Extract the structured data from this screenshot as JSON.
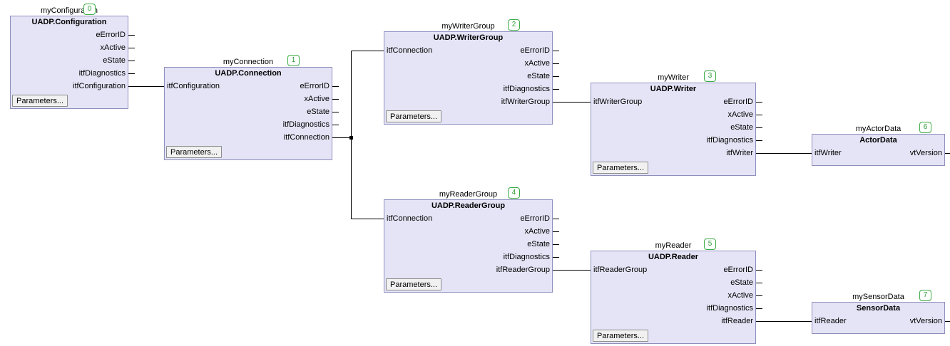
{
  "canvas": {
    "background": "#ffffff"
  },
  "colors": {
    "block_fill": "#e4e4f6",
    "block_border": "#8f8fbe",
    "badge_green": "#3cab44",
    "wire": "#000000"
  },
  "blocks": [
    {
      "instance": "myConfiguration",
      "type": "UADP.Configuration",
      "badge": "0",
      "inputs": [],
      "outputs": [
        "eErrorID",
        "xActive",
        "eState",
        "itfDiagnostics",
        "itfConfiguration"
      ],
      "button": "Parameters..."
    },
    {
      "instance": "myConnection",
      "type": "UADP.Connection",
      "badge": "1",
      "inputs": [
        "itfConfiguration"
      ],
      "outputs": [
        "eErrorID",
        "xActive",
        "eState",
        "itfDiagnostics",
        "itfConnection"
      ],
      "button": "Parameters..."
    },
    {
      "instance": "myWriterGroup",
      "type": "UADP.WriterGroup",
      "badge": "2",
      "inputs": [
        "itfConnection"
      ],
      "outputs": [
        "eErrorID",
        "xActive",
        "eState",
        "itfDiagnostics",
        "itfWriterGroup"
      ],
      "button": "Parameters..."
    },
    {
      "instance": "myWriter",
      "type": "UADP.Writer",
      "badge": "3",
      "inputs": [
        "itfWriterGroup"
      ],
      "outputs": [
        "eErrorID",
        "xActive",
        "eState",
        "itfDiagnostics",
        "itfWriter"
      ],
      "button": "Parameters..."
    },
    {
      "instance": "myReaderGroup",
      "type": "UADP.ReaderGroup",
      "badge": "4",
      "inputs": [
        "itfConnection"
      ],
      "outputs": [
        "eErrorID",
        "xActive",
        "eState",
        "itfDiagnostics",
        "itfReaderGroup"
      ],
      "button": "Parameters..."
    },
    {
      "instance": "myReader",
      "type": "UADP.Reader",
      "badge": "5",
      "inputs": [
        "itfReaderGroup"
      ],
      "outputs": [
        "eErrorID",
        "eState",
        "xActive",
        "itfDiagnostics",
        "itfReader"
      ],
      "button": "Parameters..."
    },
    {
      "instance": "myActorData",
      "type": "ActorData",
      "badge": "6",
      "inputs": [
        "itfWriter"
      ],
      "outputs": [
        "vtVersion"
      ]
    },
    {
      "instance": "mySensorData",
      "type": "SensorData",
      "badge": "7",
      "inputs": [
        "itfReader"
      ],
      "outputs": [
        "vtVersion"
      ]
    }
  ],
  "connections": [
    {
      "from": "myConfiguration.itfConfiguration",
      "to": "myConnection.itfConfiguration"
    },
    {
      "from": "myConnection.itfConnection",
      "to": "myWriterGroup.itfConnection"
    },
    {
      "from": "myConnection.itfConnection",
      "to": "myReaderGroup.itfConnection"
    },
    {
      "from": "myWriterGroup.itfWriterGroup",
      "to": "myWriter.itfWriterGroup"
    },
    {
      "from": "myWriter.itfWriter",
      "to": "myActorData.itfWriter"
    },
    {
      "from": "myReaderGroup.itfReaderGroup",
      "to": "myReader.itfReaderGroup"
    },
    {
      "from": "myReader.itfReader",
      "to": "mySensorData.itfReader"
    }
  ]
}
